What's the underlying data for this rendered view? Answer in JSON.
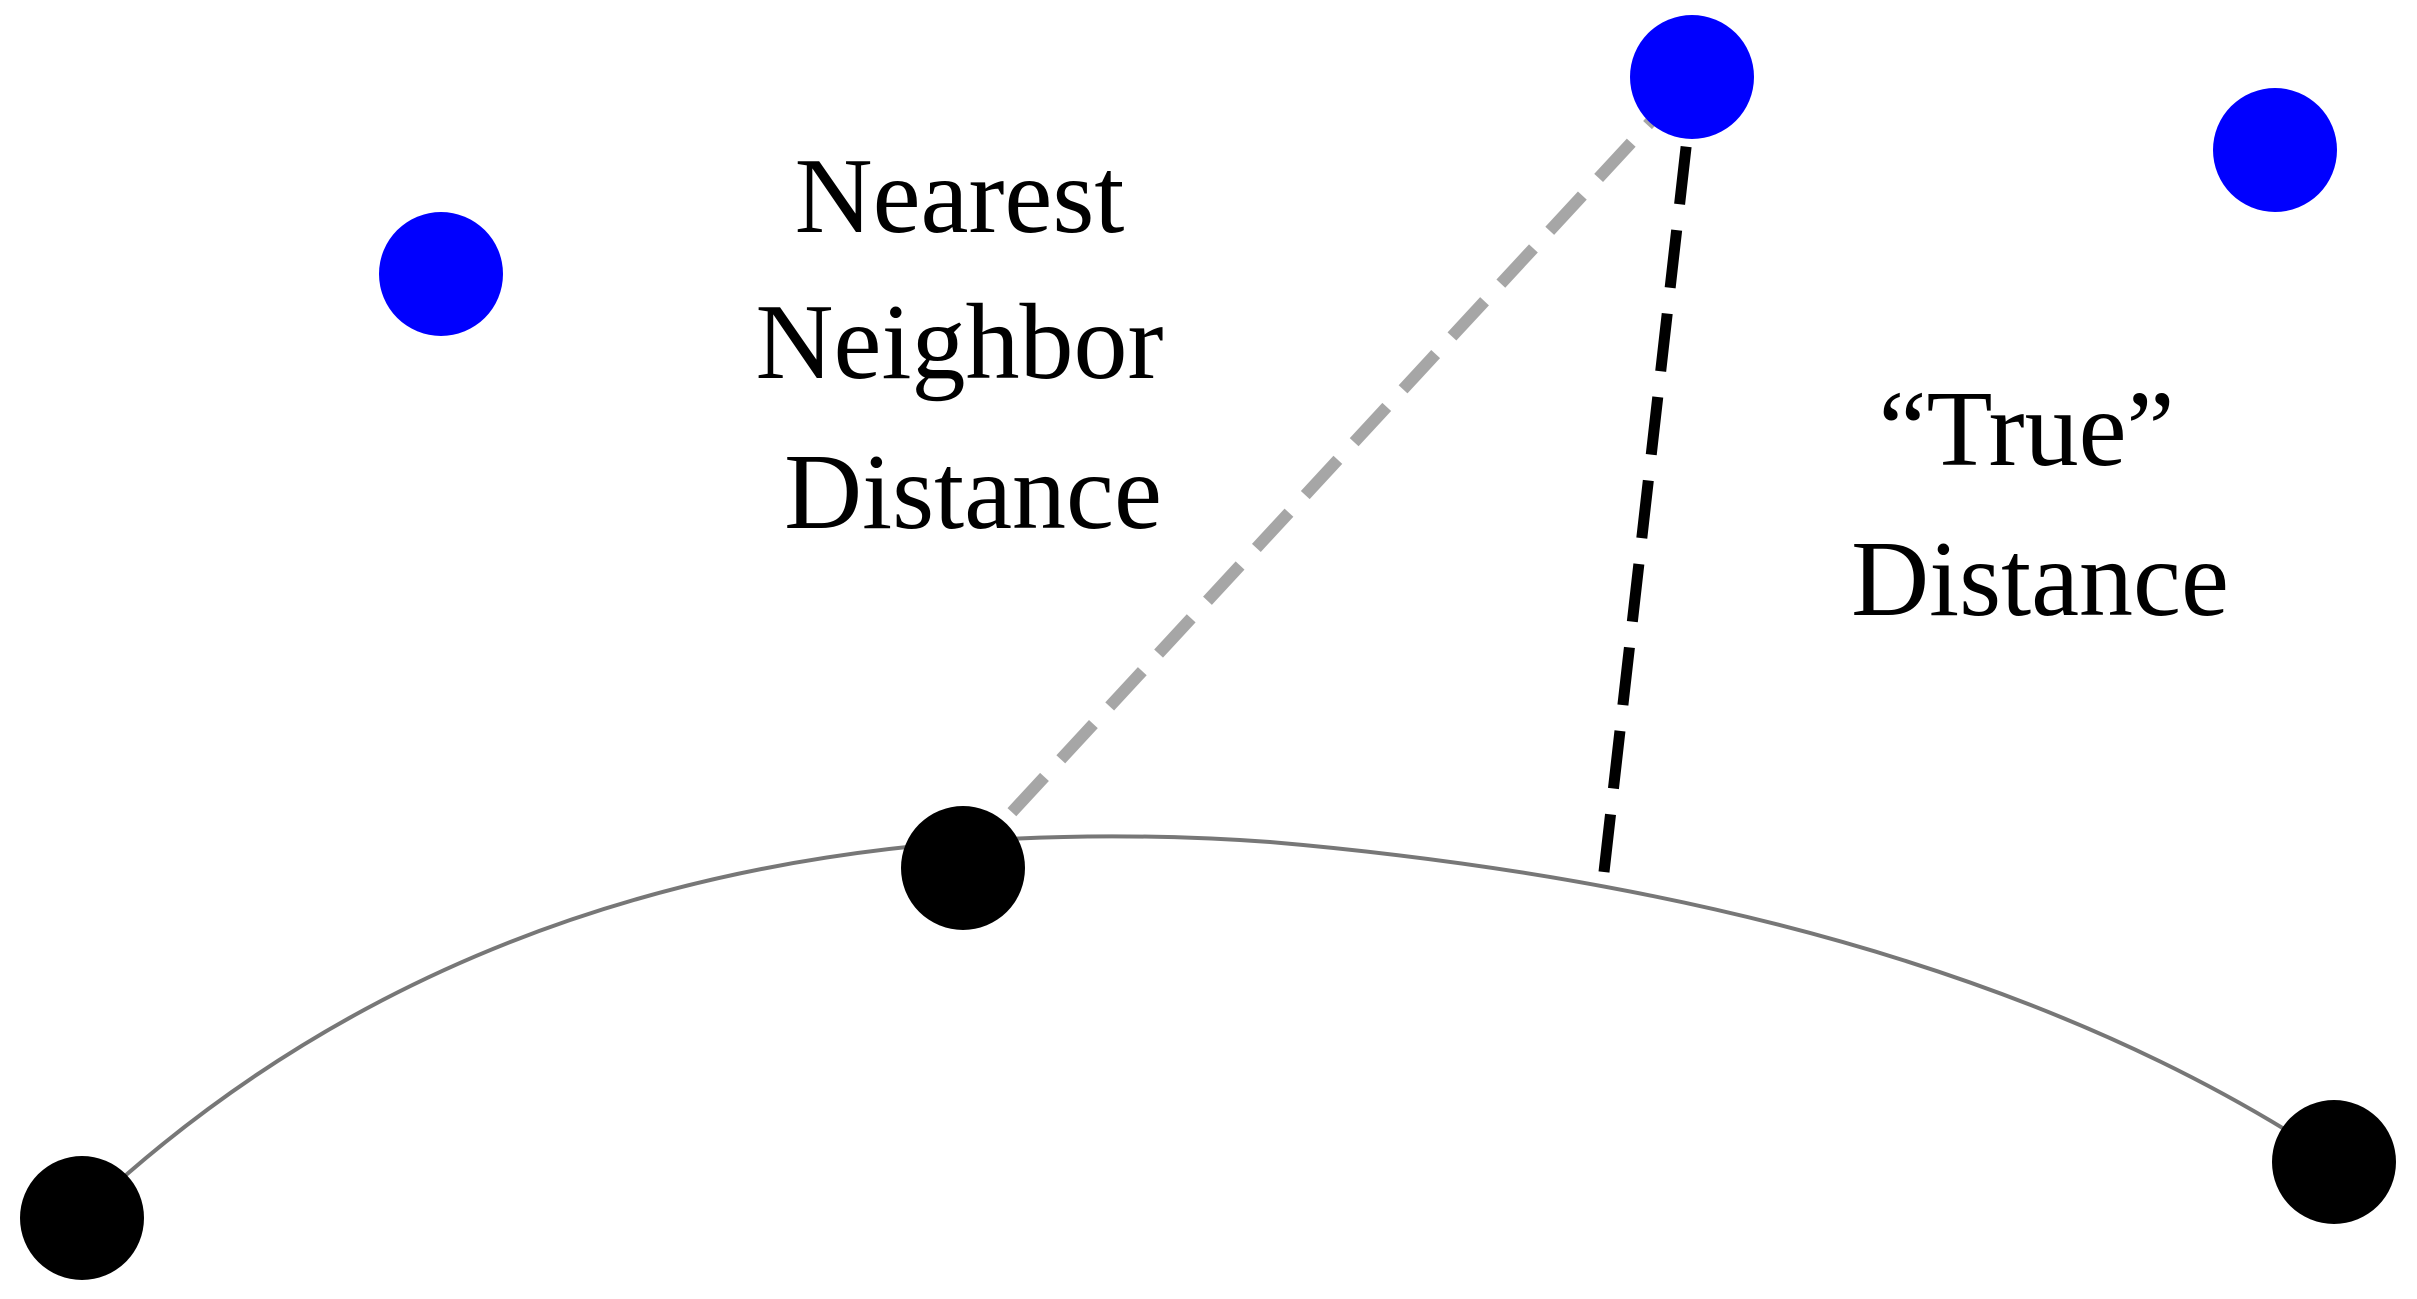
{
  "labels": {
    "nearest_neighbor": [
      "Nearest",
      "Neighbor",
      "Distance"
    ],
    "true_distance": [
      "“True”",
      "Distance"
    ]
  },
  "colors": {
    "curve": "#777777",
    "manifold_point": "#000000",
    "off_manifold_point": "#0000ff",
    "nn_line": "#a6a6a6",
    "true_line": "#000000",
    "text": "#000000"
  },
  "legend": {
    "manifold_points": "black-dot",
    "off_manifold_points": "blue-dot"
  }
}
